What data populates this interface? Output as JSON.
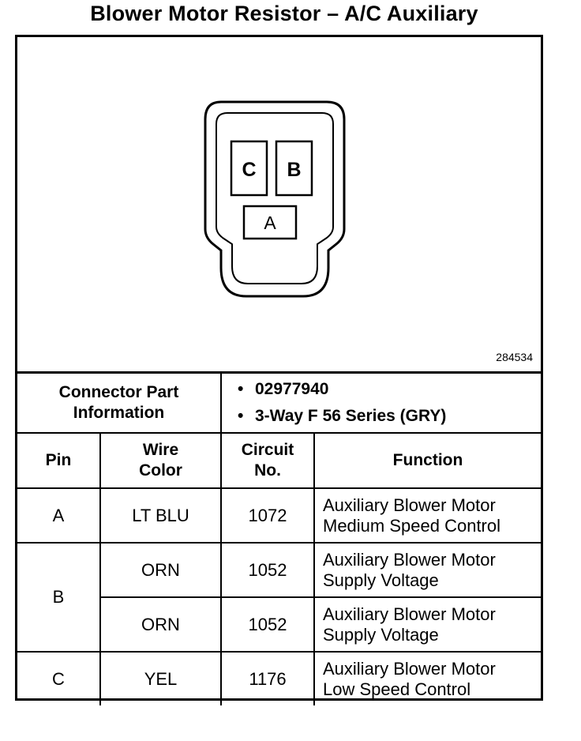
{
  "title": "Blower Motor Resistor – A/C Auxiliary",
  "diagram": {
    "connector_pins": [
      "C",
      "B",
      "A"
    ],
    "reference_number": "284534"
  },
  "connector_info": {
    "label_line1": "Connector Part",
    "label_line2": "Information",
    "part_number": "02977940",
    "description": "3-Way F 56 Series (GRY)"
  },
  "table": {
    "headers": {
      "pin": "Pin",
      "wire_color_line1": "Wire",
      "wire_color_line2": "Color",
      "circuit_line1": "Circuit",
      "circuit_line2": "No.",
      "function": "Function"
    },
    "rows": [
      {
        "pin": "A",
        "wire_color": "LT BLU",
        "circuit": "1072",
        "function_line1": "Auxiliary Blower Motor",
        "function_line2": "Medium Speed Control"
      },
      {
        "pin": "B",
        "wire_color": "ORN",
        "circuit": "1052",
        "function_line1": "Auxiliary Blower Motor",
        "function_line2": "Supply Voltage"
      },
      {
        "pin": "",
        "wire_color": "ORN",
        "circuit": "1052",
        "function_line1": "Auxiliary Blower Motor",
        "function_line2": "Supply Voltage"
      },
      {
        "pin": "C",
        "wire_color": "YEL",
        "circuit": "1176",
        "function_line1": "Auxiliary Blower Motor",
        "function_line2": "Low Speed Control"
      }
    ]
  }
}
